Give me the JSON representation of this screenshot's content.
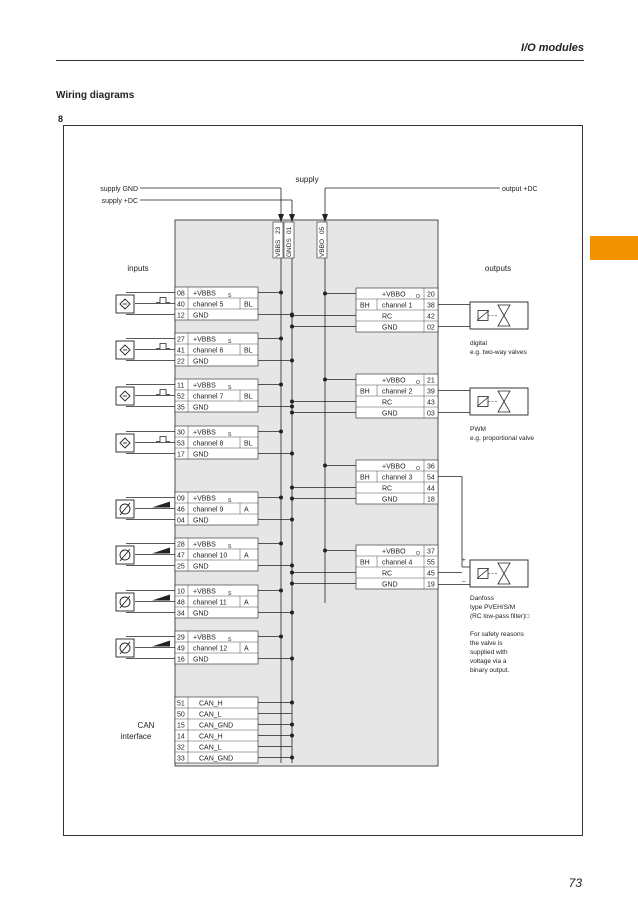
{
  "header": {
    "section": "I/O modules",
    "page_number": "73",
    "heading": "Wiring diagrams",
    "figure": "8"
  },
  "labels": {
    "supply": "supply",
    "supply_gnd": "supply GND",
    "supply_dc": "supply +DC",
    "output_dc": "output +DC",
    "inputs": "inputs",
    "outputs": "outputs",
    "can_line1": "CAN",
    "can_line2": "interface",
    "vbbs_pin": "23",
    "gnd_pin": "01",
    "vbbo_pin": "05",
    "vbbs_name": "VBBS",
    "gnd_name": "GNDS",
    "vbbo_name": "VBBO"
  },
  "inputs": [
    {
      "pins": [
        "08",
        "40",
        "12"
      ],
      "lines": [
        "+VBBS",
        "channel 5",
        "GND"
      ],
      "tag": "BL",
      "sub": "S",
      "sensor": "digital"
    },
    {
      "pins": [
        "27",
        "41",
        "22"
      ],
      "lines": [
        "+VBBS",
        "channel 6",
        "GND"
      ],
      "tag": "BL",
      "sub": "S",
      "sensor": "digital"
    },
    {
      "pins": [
        "11",
        "52",
        "35"
      ],
      "lines": [
        "+VBBS",
        "channel 7",
        "GND"
      ],
      "tag": "BL",
      "sub": "S",
      "sensor": "digital"
    },
    {
      "pins": [
        "30",
        "53",
        "17"
      ],
      "lines": [
        "+VBBS",
        "channel 8",
        "GND"
      ],
      "tag": "BL",
      "sub": "S",
      "sensor": "digital"
    },
    {
      "pins": [
        "09",
        "46",
        "04"
      ],
      "lines": [
        "+VBBS",
        "channel 9",
        "GND"
      ],
      "tag": "A",
      "sub": "S",
      "sensor": "analog"
    },
    {
      "pins": [
        "28",
        "47",
        "25"
      ],
      "lines": [
        "+VBBS",
        "channel 10",
        "GND"
      ],
      "tag": "A",
      "sub": "S",
      "sensor": "analog"
    },
    {
      "pins": [
        "10",
        "48",
        "34"
      ],
      "lines": [
        "+VBBS",
        "channel 11",
        "GND"
      ],
      "tag": "A",
      "sub": "S",
      "sensor": "analog"
    },
    {
      "pins": [
        "29",
        "49",
        "16"
      ],
      "lines": [
        "+VBBS",
        "channel 12",
        "GND"
      ],
      "tag": "A",
      "sub": "S",
      "sensor": "analog"
    }
  ],
  "can": [
    {
      "pin": "51",
      "name": "CAN_H"
    },
    {
      "pin": "50",
      "name": "CAN_L"
    },
    {
      "pin": "15",
      "name": "CAN_GND"
    },
    {
      "pin": "14",
      "name": "CAN_H"
    },
    {
      "pin": "32",
      "name": "CAN_L"
    },
    {
      "pin": "33",
      "name": "CAN_GND"
    }
  ],
  "outputs": [
    {
      "pins": [
        "20",
        "38",
        "42",
        "02"
      ],
      "lines": [
        "+VBBO",
        "channel 1",
        "RC",
        "GND"
      ],
      "tag": "BH",
      "sub": "O"
    },
    {
      "pins": [
        "21",
        "39",
        "43",
        "03"
      ],
      "lines": [
        "+VBBO",
        "channel 2",
        "RC",
        "GND"
      ],
      "tag": "BH",
      "sub": "O"
    },
    {
      "pins": [
        "36",
        "54",
        "44",
        "18"
      ],
      "lines": [
        "+VBBO",
        "channel 3",
        "RC",
        "GND"
      ],
      "tag": "BH",
      "sub": "O"
    },
    {
      "pins": [
        "37",
        "55",
        "45",
        "19"
      ],
      "lines": [
        "+VBBO",
        "channel 4",
        "RC",
        "GND"
      ],
      "tag": "BH",
      "sub": "O"
    }
  ],
  "notes": {
    "digital": [
      "digital",
      "e.g. two-way valves"
    ],
    "pwm": [
      "PWM",
      "e.g. proportional valve"
    ],
    "danfoss": [
      "Danfoss",
      "type PVEH/S/M",
      "(RC low-pass filter)□"
    ],
    "safety": [
      "For safety reasons",
      "the valve is",
      "supplied with",
      "voltage via a",
      "binary output."
    ],
    "plus": "+",
    "minus": "–"
  },
  "colors": {
    "accent": "#f39200",
    "module_fill": "#e6e6e6",
    "line": "#222222"
  }
}
